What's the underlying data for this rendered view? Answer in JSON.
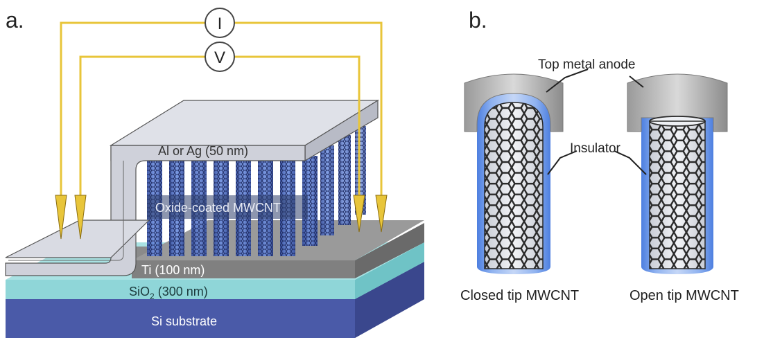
{
  "panel_a": {
    "label": "a.",
    "meter_current": "I",
    "meter_voltage": "V",
    "layer_top_metal": "Al or Ag (50 nm)",
    "layer_cnt": "Oxide-coated MWCNT",
    "layer_ti": "Ti (100 nm)",
    "layer_sio2_main": "SiO",
    "layer_sio2_sub": "2",
    "layer_sio2_rest": " (300 nm)",
    "layer_si": "Si substrate"
  },
  "panel_b": {
    "label": "b.",
    "anode_label": "Top metal anode",
    "insulator_label": "Insulator",
    "closed_caption": "Closed tip MWCNT",
    "open_caption": "Open tip MWCNT"
  },
  "colors": {
    "wire": "#e8c53a",
    "top_metal": "#d7d9e2",
    "ti": "#7f7f7f",
    "sio2": "#8fd6d8",
    "si": "#4a5aa8",
    "insulator": "#6f9be6"
  }
}
